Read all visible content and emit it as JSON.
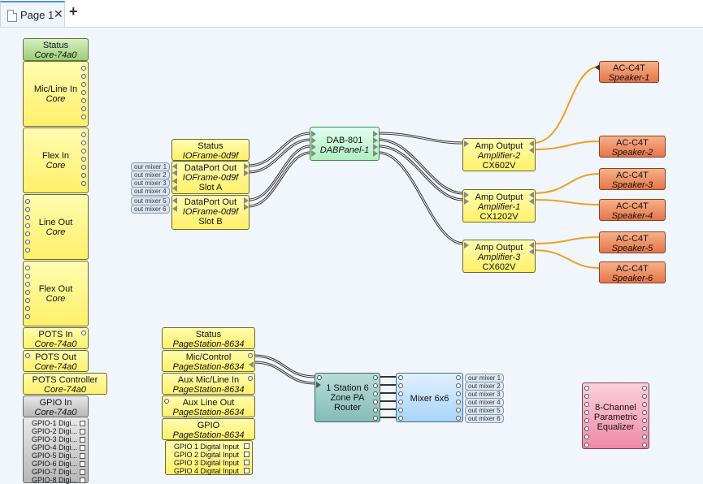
{
  "tabs": [
    {
      "label": "Page 1"
    }
  ],
  "core": {
    "status": [
      "Status",
      "Core-74a0"
    ],
    "mic": [
      "Mic/Line In",
      "Core"
    ],
    "flexin": [
      "Flex In",
      "Core"
    ],
    "lineout": [
      "Line Out",
      "Core"
    ],
    "flexout": [
      "Flex Out",
      "Core"
    ],
    "potsin": [
      "POTS In",
      "Core-74a0"
    ],
    "potsout": [
      "POTS Out",
      "Core-74a0"
    ],
    "potsctrl": [
      "POTS Controller",
      "Core-74a0"
    ],
    "gpioin": [
      "GPIO In",
      "Core-74a0"
    ],
    "gpio_items": [
      "GPIO-1 Digi...",
      "GPIO-2 Digi...",
      "GPIO-3 Digi...",
      "GPIO-4 Digi...",
      "GPIO-5 Digi...",
      "GPIO-6 Digi...",
      "GPIO-7 Digi...",
      "GPIO-8 Digi..."
    ]
  },
  "ioframe": {
    "status": [
      "Status",
      "IOFrame-0d9f"
    ],
    "slotA": [
      "DataPort Out",
      "IOFrame-0d9f",
      "Slot A"
    ],
    "slotB": [
      "DataPort Out",
      "IOFrame-0d9f",
      "Slot B"
    ],
    "tags": [
      "our mixer 1",
      "out mixer 2",
      "out mixer 3",
      "out mixer 4",
      "out mixer 5",
      "out mixer 6"
    ]
  },
  "dab": [
    "DAB-801",
    "DABPanel-1"
  ],
  "amps": [
    [
      "Amp Output",
      "Amplifier-2",
      "CX602V"
    ],
    [
      "Amp Output",
      "Amplifier-1",
      "CX1202V"
    ],
    [
      "Amp Output",
      "Amplifier-3",
      "CX602V"
    ]
  ],
  "speakers": [
    [
      "AC-C4T",
      "Speaker-1"
    ],
    [
      "AC-C4T",
      "Speaker-2"
    ],
    [
      "AC-C4T",
      "Speaker-3"
    ],
    [
      "AC-C4T",
      "Speaker-4"
    ],
    [
      "AC-C4T",
      "Speaker-5"
    ],
    [
      "AC-C4T",
      "Speaker-6"
    ]
  ],
  "page": {
    "status": [
      "Status",
      "PageStation-8634"
    ],
    "mic": [
      "Mic/Control",
      "PageStation-8634"
    ],
    "aux": [
      "Aux Mic/Line In",
      "PageStation-8634"
    ],
    "auxout": [
      "Aux Line Out",
      "PageStation-8634"
    ],
    "gpio": [
      "GPIO",
      "PageStation-8634"
    ],
    "gpio_items": [
      "GPIO 1 Digital Input",
      "GPIO 2 Digital Input",
      "GPIO 3 Digital Input",
      "GPIO 4 Digital Input"
    ]
  },
  "router": [
    "1 Station 6",
    "Zone PA",
    "Router"
  ],
  "mixer": "Mixer 6x6",
  "mixer_tags": [
    "our mixer 1",
    "out mixer 2",
    "out mixer 3",
    "out mixer 4",
    "out mixer 5",
    "out mixer 6"
  ],
  "peq": [
    "8-Channel",
    "Parametric",
    "Equalizer"
  ]
}
